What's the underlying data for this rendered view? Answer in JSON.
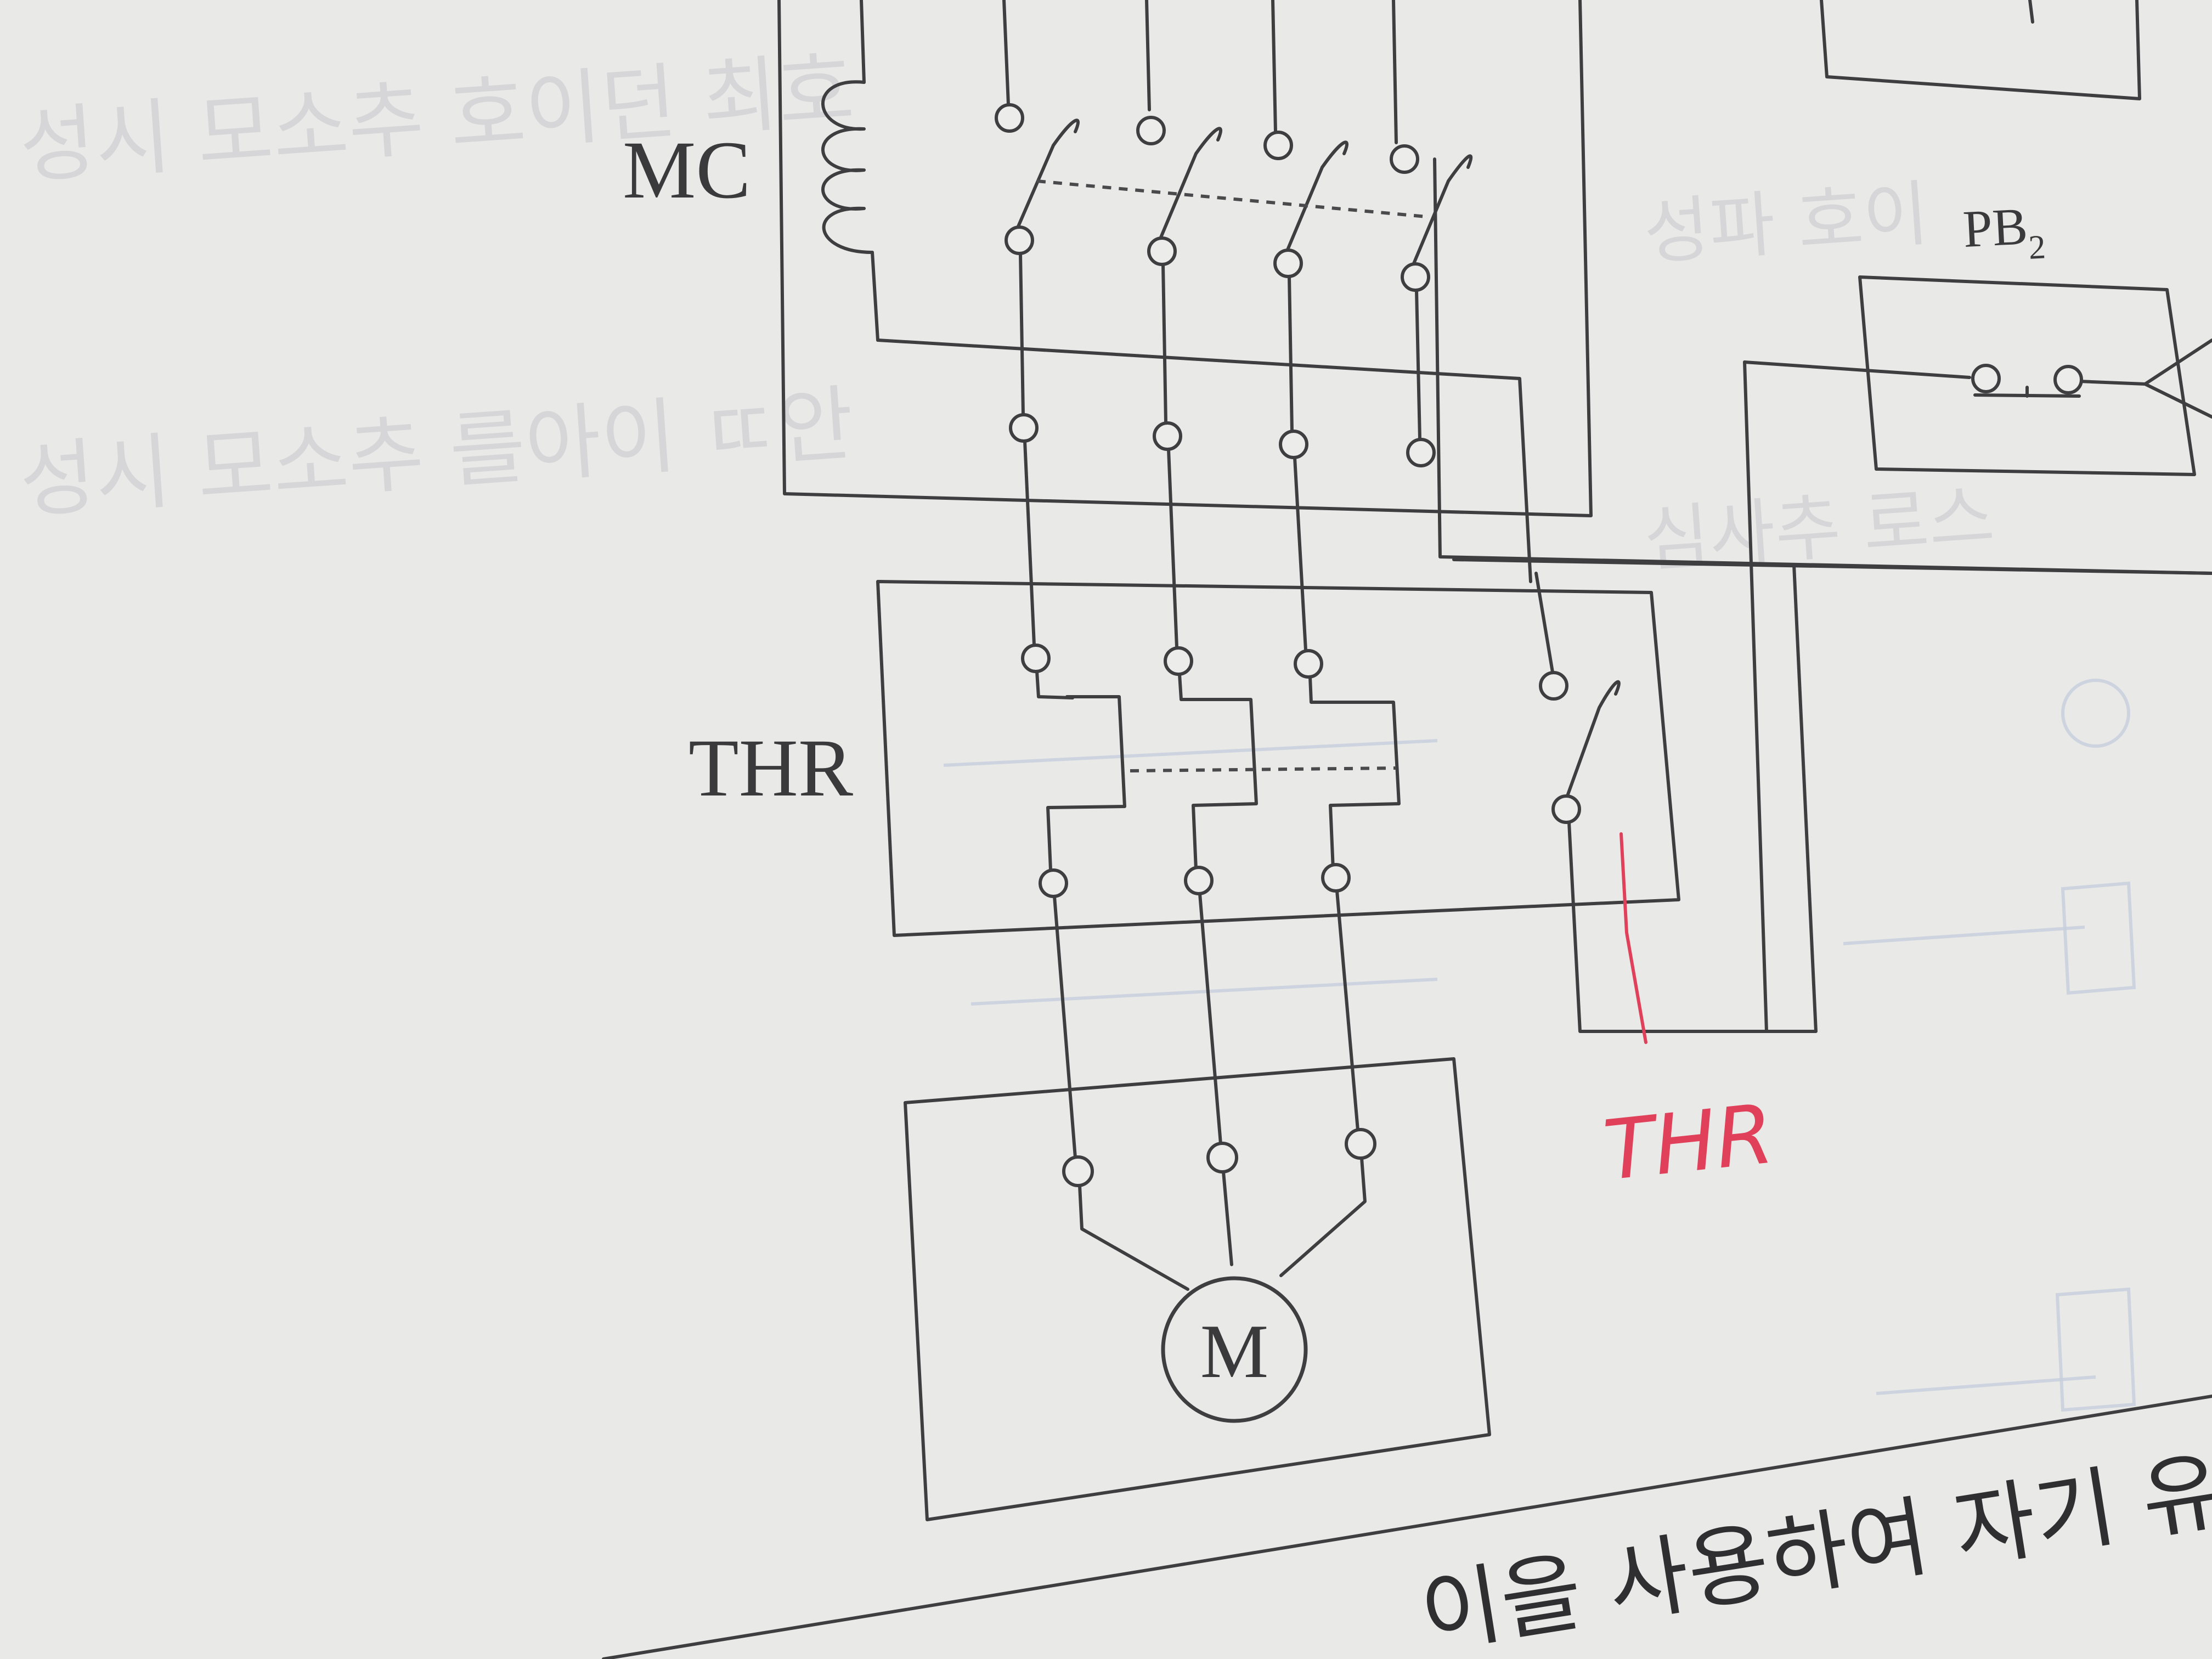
{
  "diagram": {
    "labels": {
      "mc": "MC",
      "thr": "THR",
      "motor": "M",
      "pb2_main": "PB",
      "pb2_sub": "2"
    },
    "handwritten_note": "THR",
    "bottom_text": "이을 사용하여 자기 유",
    "colors": {
      "ink": "#3e3e40",
      "paper": "#e9e9e7",
      "handwriting": "#e0405a",
      "bleed_through": "#c7cedd"
    }
  }
}
